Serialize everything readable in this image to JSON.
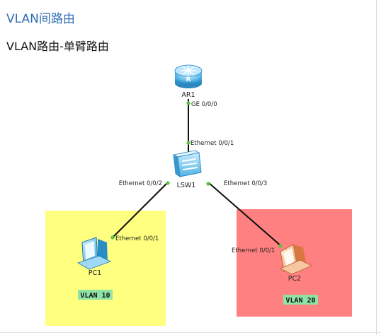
{
  "heading": "VLAN间路由",
  "subheading": "VLAN路由-单臂路由",
  "colors": {
    "heading": "#2e6db4",
    "vlan10_zone": "#ffff80",
    "vlan20_zone": "#ff8080",
    "vlan_tag": "#8fe3a5",
    "port_dot": "#5cc23c",
    "link": "#111111"
  },
  "devices": {
    "router": {
      "name": "AR1",
      "port": "GE 0/0/0",
      "icon": "router-icon"
    },
    "switch": {
      "name": "LSW1",
      "uplink_port": "Ethernet 0/0/1",
      "left_port": "Ethernet 0/0/2",
      "right_port": "Ethernet 0/0/3",
      "icon": "switch-icon"
    },
    "pc1": {
      "name": "PC1",
      "port": "Ethernet 0/0/1",
      "vlan": "VLAN 10",
      "icon": "pc-icon"
    },
    "pc2": {
      "name": "PC2",
      "port": "Ethernet 0/0/1",
      "vlan": "VLAN 20",
      "icon": "pc-icon"
    }
  }
}
